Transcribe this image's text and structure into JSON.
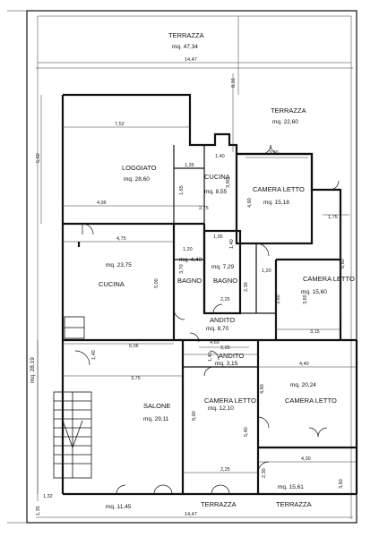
{
  "rooms": {
    "terrazza_top": {
      "name": "TERRAZZA",
      "area": "mq. 47,34"
    },
    "terrazza_right": {
      "name": "TERRAZZA",
      "area": "mq. 22,60"
    },
    "loggiato": {
      "name": "LOGGIATO",
      "area": "mq. 28,60"
    },
    "cucina_small": {
      "name": "CUCINA",
      "area": "mq. 8,55"
    },
    "camera_letto_1": {
      "name": "CAMERA LETTO",
      "area": "mq. 15,18"
    },
    "cucina_large": {
      "name": "CUCINA",
      "area": "mq. 23,75"
    },
    "bagno_1": {
      "name": "BAGNO",
      "area": "mq. 4,40"
    },
    "bagno_2": {
      "name": "BAGNO",
      "area": "mq. 7,29"
    },
    "camera_letto_2": {
      "name": "CAMERA LETTO",
      "area": "mq. 15,60"
    },
    "andito_1": {
      "name": "ANDITO",
      "area": "mq. 8,70"
    },
    "andito_2": {
      "name": "ANDITO",
      "area": "mq. 3,15"
    },
    "salone": {
      "name": "SALONE",
      "area": "mq. 29,11"
    },
    "camera_letto_3": {
      "name": "CAMERA LETTO",
      "area": "mq. 12,10"
    },
    "camera_letto_4": {
      "name": "CAMERA LETTO",
      "area": "mq. 20,24"
    },
    "terrazza_bottom_left": {
      "name": "TERRAZZA",
      "area": "mq. 11,45"
    },
    "terrazza_bottom_right": {
      "name": "TERRAZZA",
      "area": "mq. 15,61"
    },
    "stair_area": {
      "area": "mq. 28,19"
    }
  },
  "dimensions": {
    "top_width": "14,47",
    "bottom_width": "14,47",
    "right_height": "8,16",
    "loggiato_width": "7,52",
    "loggiato_height": "5,60",
    "loggiato_bottom": "4,96",
    "cucina_small_w": "1,35",
    "cucina_small_w2": "1,40",
    "cucina_small_h": "3,80",
    "cucina_small_h2": "1,65",
    "cucina_small_bottom": "2,75",
    "camera1_top": "3,30",
    "camera1_h": "4,60",
    "camera1_side": "1,75",
    "cucina_large_w": "4,75",
    "cucina_large_h": "5,00",
    "bagno1_w": "1,20",
    "bagno1_h": "3,70",
    "bagno2_w": "1,95",
    "bagno2_h": "1,40",
    "bagno2_bottom": "2,25",
    "bagno_h": "2,30",
    "corr_w": "1,20",
    "camera2_h": "6,60",
    "camera2_h2": "3,60",
    "andito_h": "3,60",
    "andito_w": "4,65",
    "andito_right": "3,15",
    "salone_top": "6,06",
    "stair_h": "1,40",
    "salone_w": "3,75",
    "andito2_w": "2,25",
    "andito2_h": "1,40",
    "camera3_h": "8,00",
    "camera3_h2": "5,40",
    "camera3_bottom": "2,25",
    "camera4_w": "4,40",
    "camera4_h": "4,80",
    "terr_br_w": "4,30",
    "terr_br_h": "2,30",
    "terr_br_h2": "3,60",
    "bottom_left_1": "1,32",
    "bottom_left_2": "1,35"
  }
}
